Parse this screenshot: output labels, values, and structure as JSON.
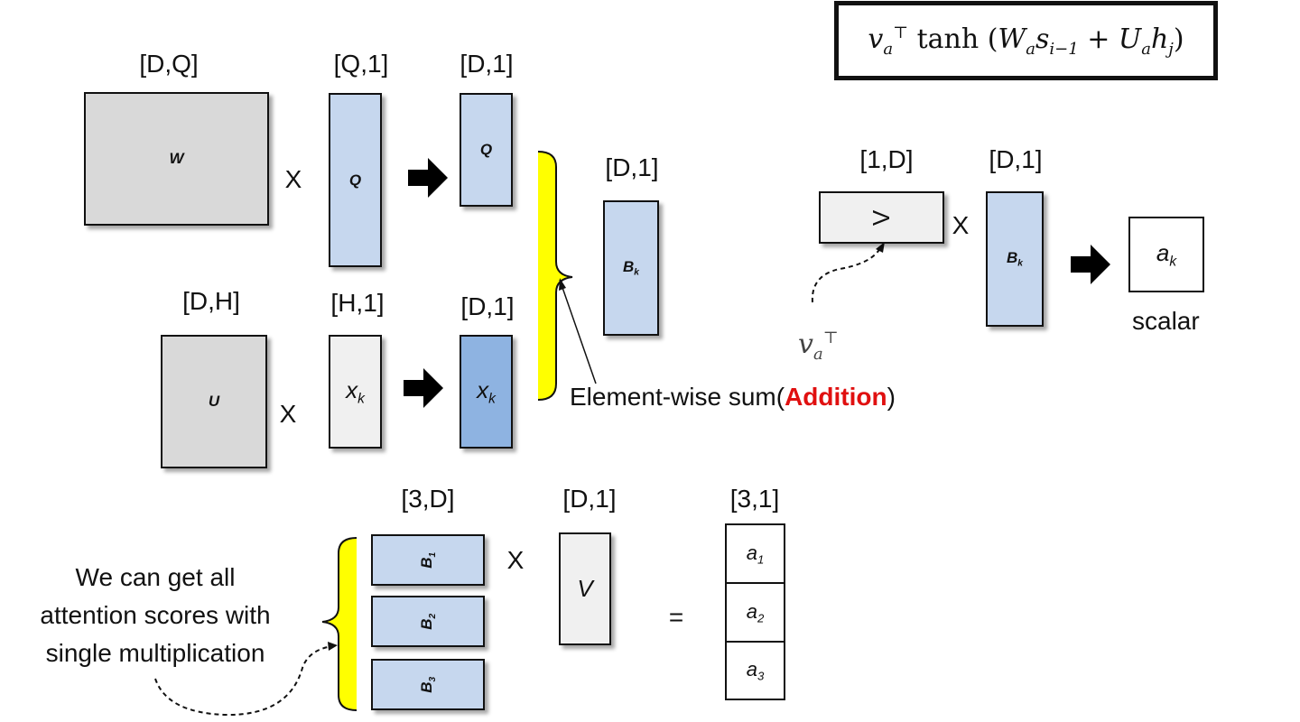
{
  "formula": {
    "v": "v",
    "a": "a",
    "top": "⊤",
    "tanh": "tanh",
    "W": "W",
    "s": "s",
    "i_minus_1": "i−1",
    "plus": "+",
    "U": "U",
    "h": "h",
    "j": "j"
  },
  "dims": {
    "W": "[D,Q]",
    "Q_in": "[Q,1]",
    "Q_out": "[D,1]",
    "U": "[D,H]",
    "X_in": "[H,1]",
    "X_out": "[D,1]",
    "B": "[D,1]",
    "V_row": "[1,D]",
    "B_right": "[D,1]",
    "Bmat": "[3,D]",
    "V_col": "[D,1]",
    "A_col": "[3,1]"
  },
  "labels": {
    "W": "W",
    "Q": "Q",
    "U": "U",
    "x": "x",
    "k": "k",
    "B": "B",
    "V_row": "V",
    "V_col": "V",
    "a": "a",
    "one": "1",
    "two": "2",
    "three": "3"
  },
  "ops": {
    "times": "X",
    "equals": "="
  },
  "notes": {
    "elementwise_prefix": "Element-wise sum(",
    "addition": "Addition",
    "elementwise_suffix": ")",
    "scalar": "scalar",
    "all_scores_1": "We can get all",
    "all_scores_2": "attention scores with",
    "all_scores_3": "single multiplication"
  },
  "colors": {
    "brace": "#ffff00",
    "addition": "#e01010",
    "matrix_gray": "#d9d9d9",
    "vector_blue": "#c6d7ee",
    "vector_blue_dark": "#8eb3e1"
  }
}
